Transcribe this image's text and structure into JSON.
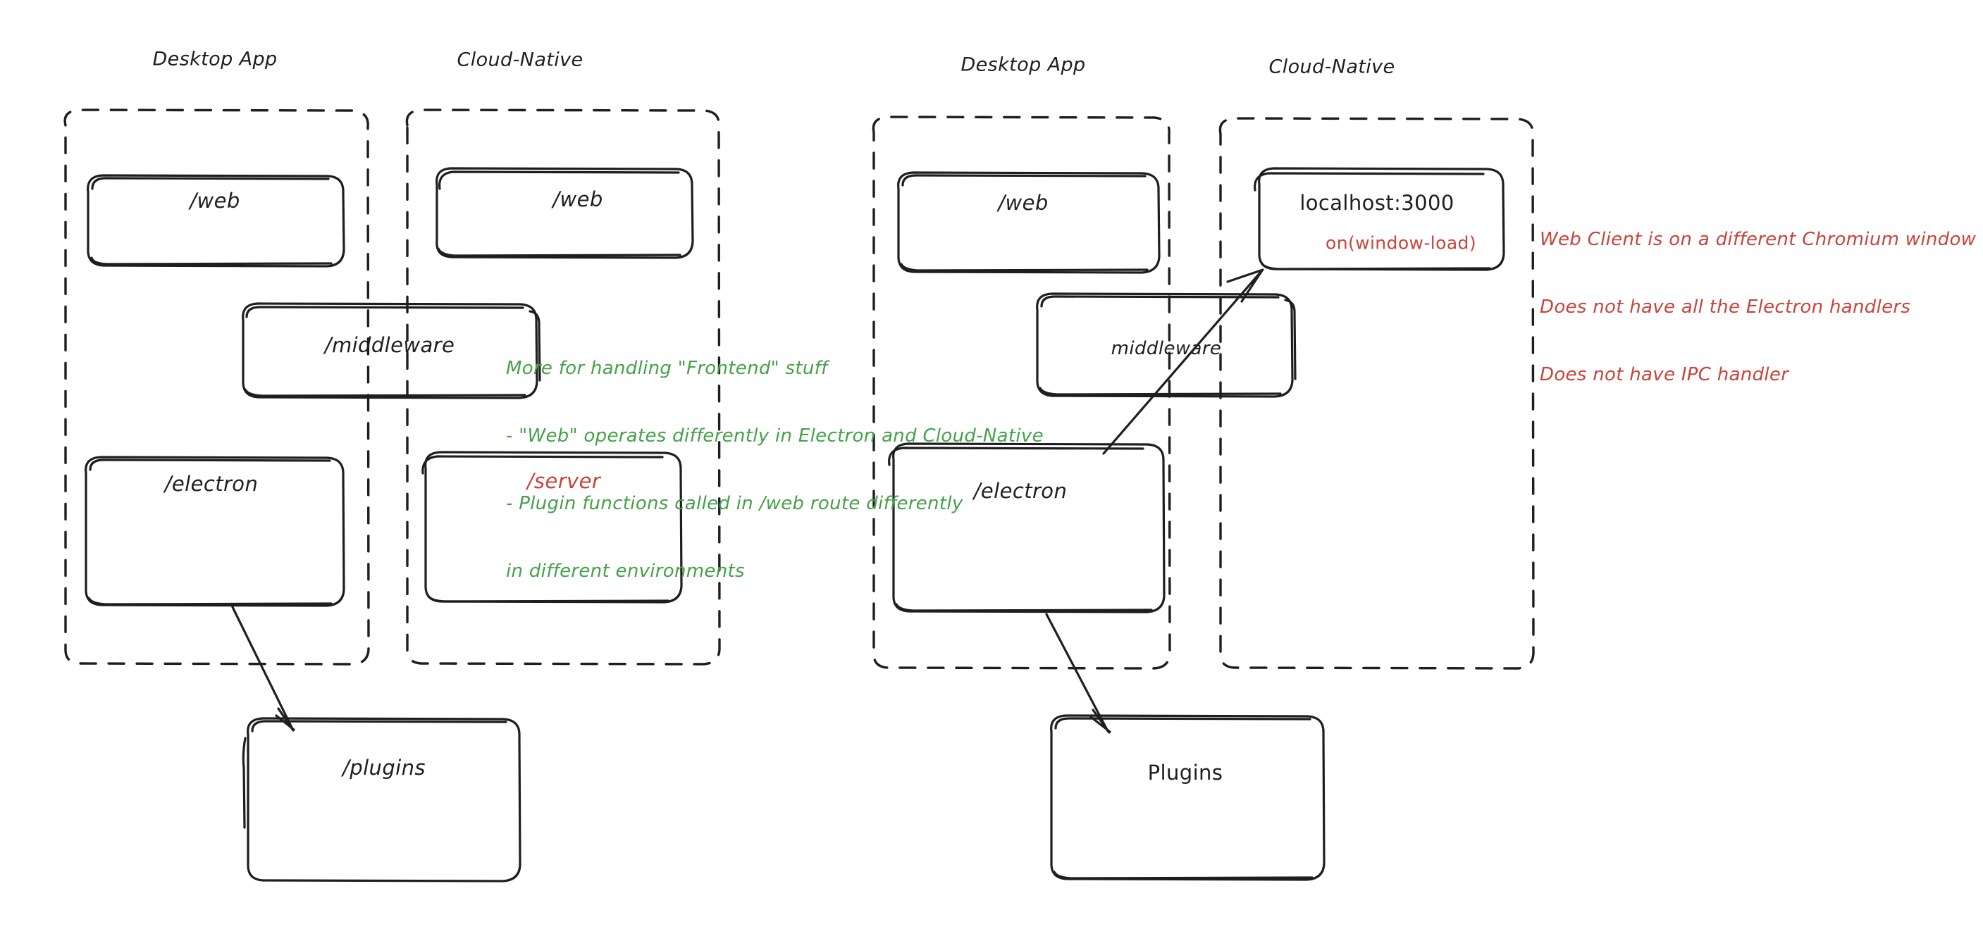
{
  "diagram": {
    "background": "#ffffff",
    "ink_color": "#1e1e1e",
    "accent_red": "#c9433a",
    "accent_green": "#45a049",
    "panels": [
      {
        "id": "left",
        "groups": [
          {
            "id": "left-desktop-app",
            "label": "Desktop App"
          },
          {
            "id": "left-cloud-native",
            "label": "Cloud-Native"
          }
        ],
        "nodes": [
          {
            "id": "left-desktop-web",
            "label": "/web",
            "color": "ink"
          },
          {
            "id": "left-cloud-web",
            "label": "/web",
            "color": "ink"
          },
          {
            "id": "left-middleware",
            "label": "/middleware",
            "color": "ink"
          },
          {
            "id": "left-electron",
            "label": "/electron",
            "color": "ink"
          },
          {
            "id": "left-server",
            "label": "/server",
            "color": "red"
          },
          {
            "id": "left-plugins",
            "label": "/plugins",
            "color": "ink"
          }
        ],
        "note_green": {
          "lines": [
            "More for handling \"Frontend\" stuff",
            "- \"Web\" operates differently in Electron and Cloud-Native",
            "- Plugin functions called in /web route differently",
            "in different environments"
          ]
        }
      },
      {
        "id": "right",
        "groups": [
          {
            "id": "right-desktop-app",
            "label": "Desktop App"
          },
          {
            "id": "right-cloud-native",
            "label": "Cloud-Native"
          }
        ],
        "nodes": [
          {
            "id": "right-desktop-web",
            "label": "/web",
            "color": "ink"
          },
          {
            "id": "right-localhost",
            "label": "localhost:3000",
            "color": "ink"
          },
          {
            "id": "right-localhost-sub",
            "label": "on(window-load)",
            "color": "red"
          },
          {
            "id": "right-middleware",
            "label": "middleware",
            "color": "ink"
          },
          {
            "id": "right-electron",
            "label": "/electron",
            "color": "ink"
          },
          {
            "id": "right-plugins",
            "label": "Plugins",
            "color": "ink"
          }
        ],
        "note_red": {
          "lines": [
            "Web Client is on a different Chromium window",
            "Does not have all the Electron handlers",
            "Does not have IPC handler"
          ]
        }
      }
    ],
    "arrows": [
      {
        "id": "left-electron-to-plugins",
        "from": "left-electron",
        "to": "left-plugins"
      },
      {
        "id": "right-electron-to-plugins",
        "from": "right-electron",
        "to": "right-plugins"
      },
      {
        "id": "right-electron-to-localhost",
        "from": "right-electron",
        "to": "right-localhost"
      }
    ]
  }
}
